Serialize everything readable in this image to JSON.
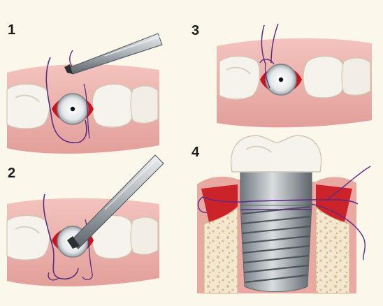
{
  "steps": [
    {
      "number": "1"
    },
    {
      "number": "2"
    },
    {
      "number": "3"
    },
    {
      "number": "4"
    }
  ],
  "colors": {
    "background": "#fbf7ea",
    "gum": "#ecb1ac",
    "gum_dark": "#d98c88",
    "tooth": "#f4f1ea",
    "tooth_shadow": "#d8d2c4",
    "suture": "#5a2d82",
    "blood": "#c8141c",
    "metal": "#9aa2a8",
    "metal_dark": "#5e666c",
    "bone": "#f2e6cc"
  },
  "icons": [
    "needle-holder-icon",
    "implant-icon",
    "tooth-icon"
  ]
}
